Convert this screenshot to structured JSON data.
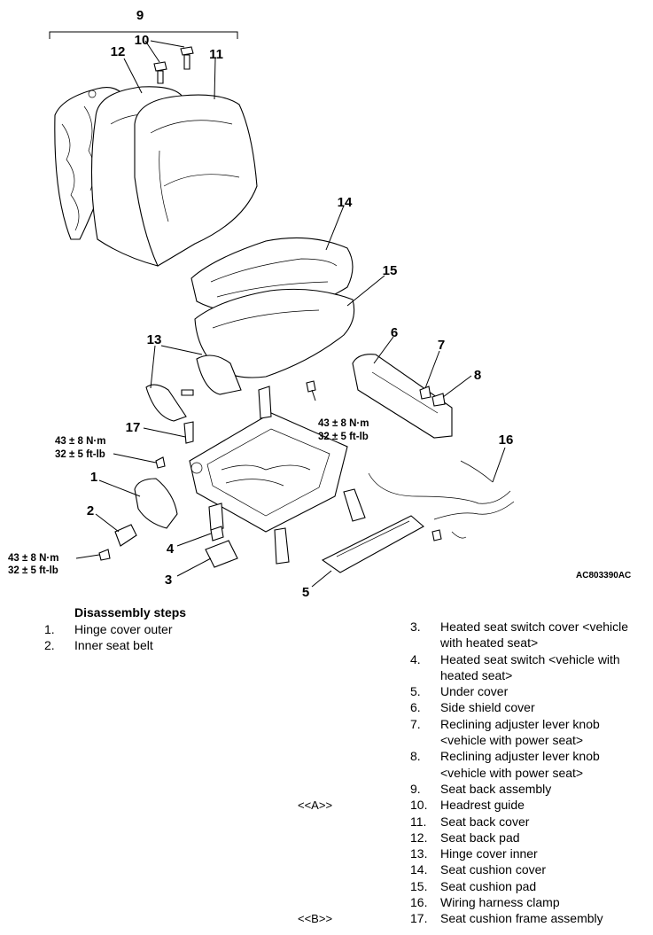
{
  "figure": {
    "id_code": "AC803390AC",
    "callouts": [
      "1",
      "2",
      "3",
      "4",
      "5",
      "6",
      "7",
      "8",
      "9",
      "10",
      "11",
      "12",
      "13",
      "14",
      "15",
      "16",
      "17"
    ],
    "torque": {
      "left": [
        "43 ± 8 N·m",
        "32 ± 5 ft-lb"
      ],
      "center": [
        "43 ± 8 N·m",
        "32 ± 5 ft-lb"
      ],
      "lower": [
        "43 ± 8 N·m",
        "32 ± 5 ft-lb"
      ]
    }
  },
  "steps": {
    "title": "Disassembly steps",
    "left": [
      {
        "num": "1.",
        "text": "Hinge cover outer"
      },
      {
        "num": "2.",
        "text": "Inner seat belt"
      }
    ],
    "right": [
      {
        "num": "3.",
        "lines": [
          "Heated seat switch cover <vehicle",
          "with heated seat>"
        ]
      },
      {
        "num": "4.",
        "lines": [
          "Heated seat switch <vehicle with",
          "heated seat>"
        ]
      },
      {
        "num": "5.",
        "lines": [
          "Under cover"
        ]
      },
      {
        "num": "6.",
        "lines": [
          "Side shield cover"
        ]
      },
      {
        "num": "7.",
        "lines": [
          "Reclining adjuster lever knob",
          "<vehicle with power seat>"
        ]
      },
      {
        "num": "8.",
        "lines": [
          "Reclining adjuster lever knob",
          "<vehicle with power seat>"
        ]
      },
      {
        "num": "9.",
        "lines": [
          "Seat back assembly"
        ]
      },
      {
        "num": "10.",
        "lines": [
          "Headrest guide"
        ]
      },
      {
        "num": "11.",
        "lines": [
          "Seat back cover"
        ]
      },
      {
        "num": "12.",
        "lines": [
          "Seat back pad"
        ]
      },
      {
        "num": "13.",
        "lines": [
          "Hinge cover inner"
        ]
      },
      {
        "num": "14.",
        "lines": [
          "Seat cushion cover"
        ]
      },
      {
        "num": "15.",
        "lines": [
          "Seat cushion pad"
        ]
      },
      {
        "num": "16.",
        "lines": [
          "Wiring harness clamp"
        ]
      },
      {
        "num": "17.",
        "lines": [
          "Seat cushion frame assembly"
        ]
      }
    ],
    "markers": {
      "a": "<<A>>",
      "b": "<<B>>"
    }
  }
}
